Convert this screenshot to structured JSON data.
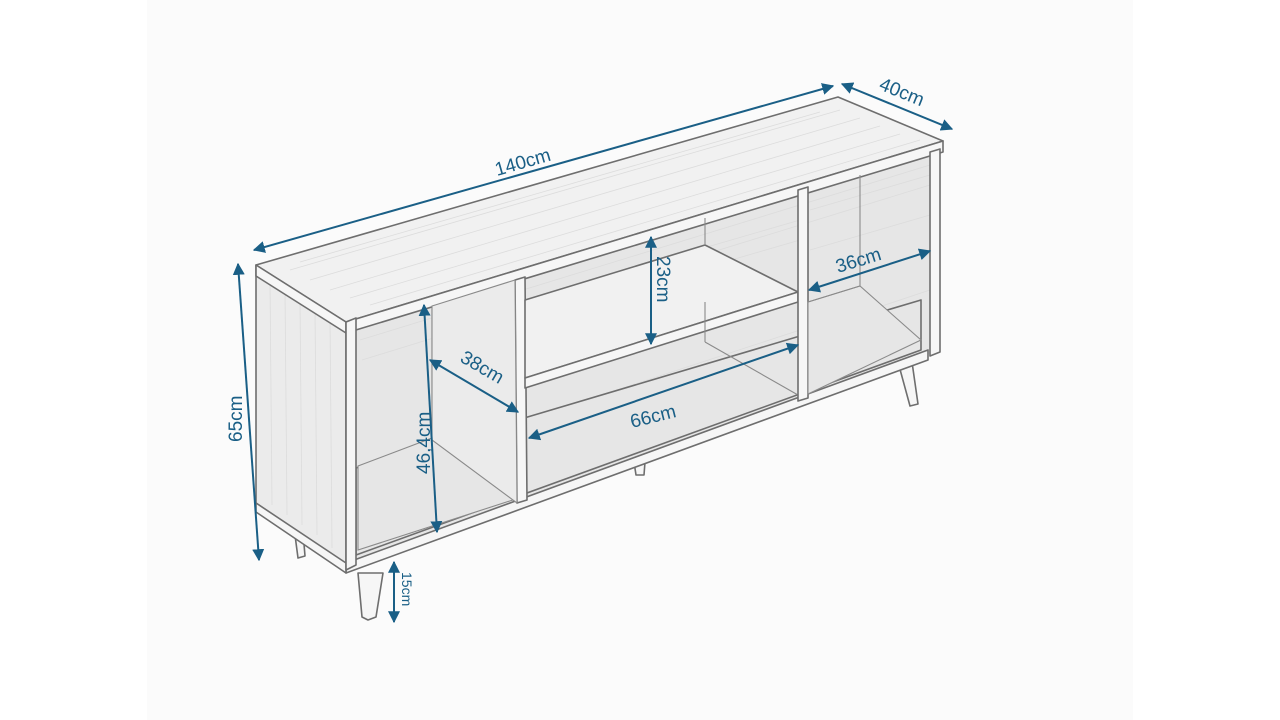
{
  "diagram": {
    "subject": "TV stand with open compartments and tapered legs",
    "colors": {
      "dimension": "#1a5f86",
      "outline": "#6e6e6e",
      "background": "#ffffff",
      "panel": "#fbfbfb"
    },
    "dimensions": {
      "width": "140cm",
      "depth": "40cm",
      "height": "65cm",
      "leg_height": "15cm",
      "left_compartment_height": "46,4cm",
      "left_compartment_depth": "38cm",
      "middle_shelf_spacing": "23cm",
      "middle_compartment_width": "66cm",
      "right_compartment_width": "36cm"
    }
  }
}
